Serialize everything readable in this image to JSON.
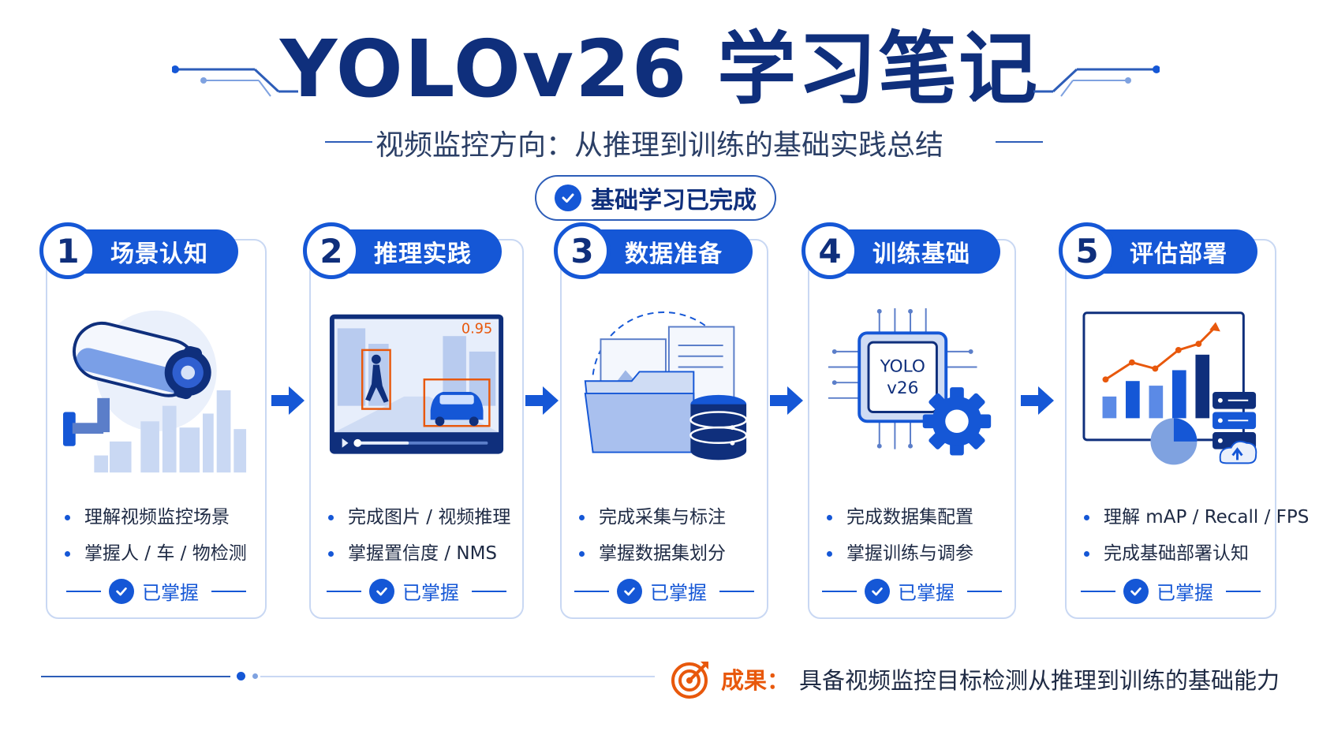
{
  "title": "YOLOv26 学习笔记",
  "subtitle": "视频监控方向：从推理到训练的基础实践总结",
  "badge": "基础学习已完成",
  "steps": [
    {
      "num": "1",
      "title": "场景认知",
      "bullets": [
        "理解视频监控场景",
        "掌握人 / 车 / 物检测"
      ],
      "status": "已掌握"
    },
    {
      "num": "2",
      "title": "推理实践",
      "bullets": [
        "完成图片 / 视频推理",
        "掌握置信度 / NMS"
      ],
      "status": "已掌握",
      "confidence": "0.95"
    },
    {
      "num": "3",
      "title": "数据准备",
      "bullets": [
        "完成采集与标注",
        "掌握数据集划分"
      ],
      "status": "已掌握"
    },
    {
      "num": "4",
      "title": "训练基础",
      "bullets": [
        "完成数据集配置",
        "掌握训练与调参"
      ],
      "status": "已掌握",
      "chip_line1": "YOLO",
      "chip_line2": "v26"
    },
    {
      "num": "5",
      "title": "评估部署",
      "bullets": [
        "理解 mAP / Recall / FPS",
        "完成基础部署认知"
      ],
      "status": "已掌握"
    }
  ],
  "result": {
    "label": "成果：",
    "text": "具备视频监控目标检测从推理到训练的基础能力"
  },
  "colors": {
    "primary": "#1557d6",
    "navy": "#0f2f7c",
    "accent": "#e8580c",
    "light": "#c9d8f3"
  },
  "icons": [
    "check-icon",
    "camera-icon",
    "video-frame-icon",
    "folder-icon",
    "database-icon",
    "chip-icon",
    "gear-icon",
    "chart-icon",
    "server-icon",
    "target-icon",
    "arrow-right-icon"
  ]
}
